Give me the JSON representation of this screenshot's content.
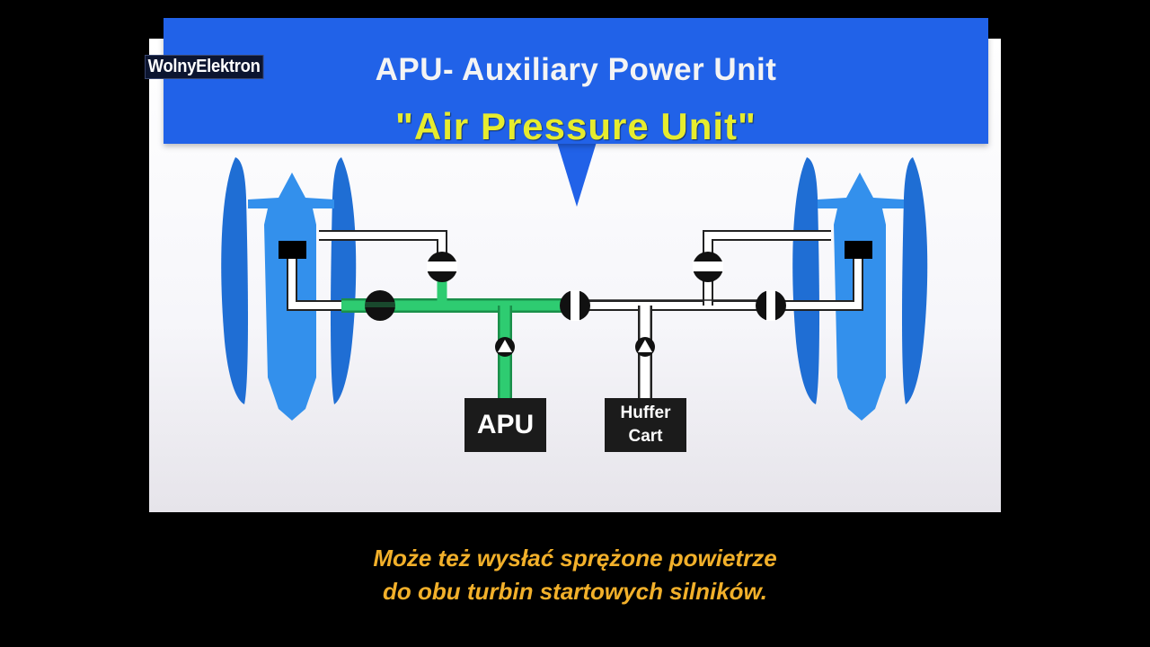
{
  "watermark": "WolnyElektron",
  "banner": {
    "title": "APU- Auxiliary Power Unit",
    "subtitle": "\"Air Pressure Unit\"",
    "color": "#2162e8",
    "subtitle_color": "#e6ec2e"
  },
  "diagram": {
    "nodes": {
      "apu": "APU",
      "huffer_cart_line1": "Huffer",
      "huffer_cart_line2": "Cart"
    },
    "engines": [
      "left-engine",
      "right-engine"
    ],
    "active_duct_color": "#2ecc71",
    "engine_color": "#2f86e6"
  },
  "subtitle": {
    "line1": "Może też wysłać sprężone powietrze",
    "line2": "do obu turbin startowych silników.",
    "color": "#f2b02a"
  }
}
